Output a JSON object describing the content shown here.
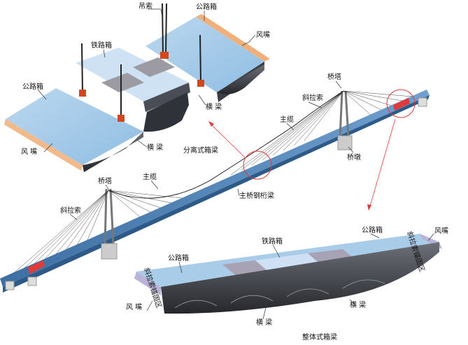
{
  "labels": {
    "diaosuo": "吊索",
    "tieluxiang_top": "铁路箱",
    "gongluxiang_top_right": "公路箱",
    "gongluxiang_top_left": "公路箱",
    "fengzui_top_right": "风嘴",
    "fengzui_top_left": "风 嘴",
    "hengliang_top1": "横 梁",
    "hengliang_top2": "横 梁",
    "qiaota_right": "桥塔",
    "xielasuo_right": "斜拉索",
    "zhulan_right": "主缆",
    "qiaodun_right": "桥墩",
    "zhuqiao_gangliang": "主桥钢桁梁",
    "qiaota_left": "桥塔",
    "zhulan_left": "主缆",
    "xielasuo_left": "斜拉索",
    "gongluxiang_bottom_left": "公路箱",
    "tieluxiang_bottom": "铁路箱",
    "gongluxiang_bottom_right": "公路箱",
    "fengzui_bottom_right": "风嘴",
    "xielasuo_mao_right": "斜拉索锚固区",
    "xielasuo_mao_left": "斜拉索锚固区",
    "fengzui_bottom_left": "风 嘴",
    "hengliang_bottom1": "横 梁",
    "hengliang_bottom2": "横 梁"
  },
  "captions": {
    "separated": "分离式箱梁",
    "integral": "整体式箱梁"
  },
  "colors": {
    "deck_blue": "#a9cde9",
    "deck_light": "#d9e8f5",
    "rail_box": "#c8dcf0",
    "gray_box": "#a9a3b3",
    "fairing": "#f2b98a",
    "bridge_blue": "#4f83b8",
    "highlight_red": "#e03a3a"
  }
}
